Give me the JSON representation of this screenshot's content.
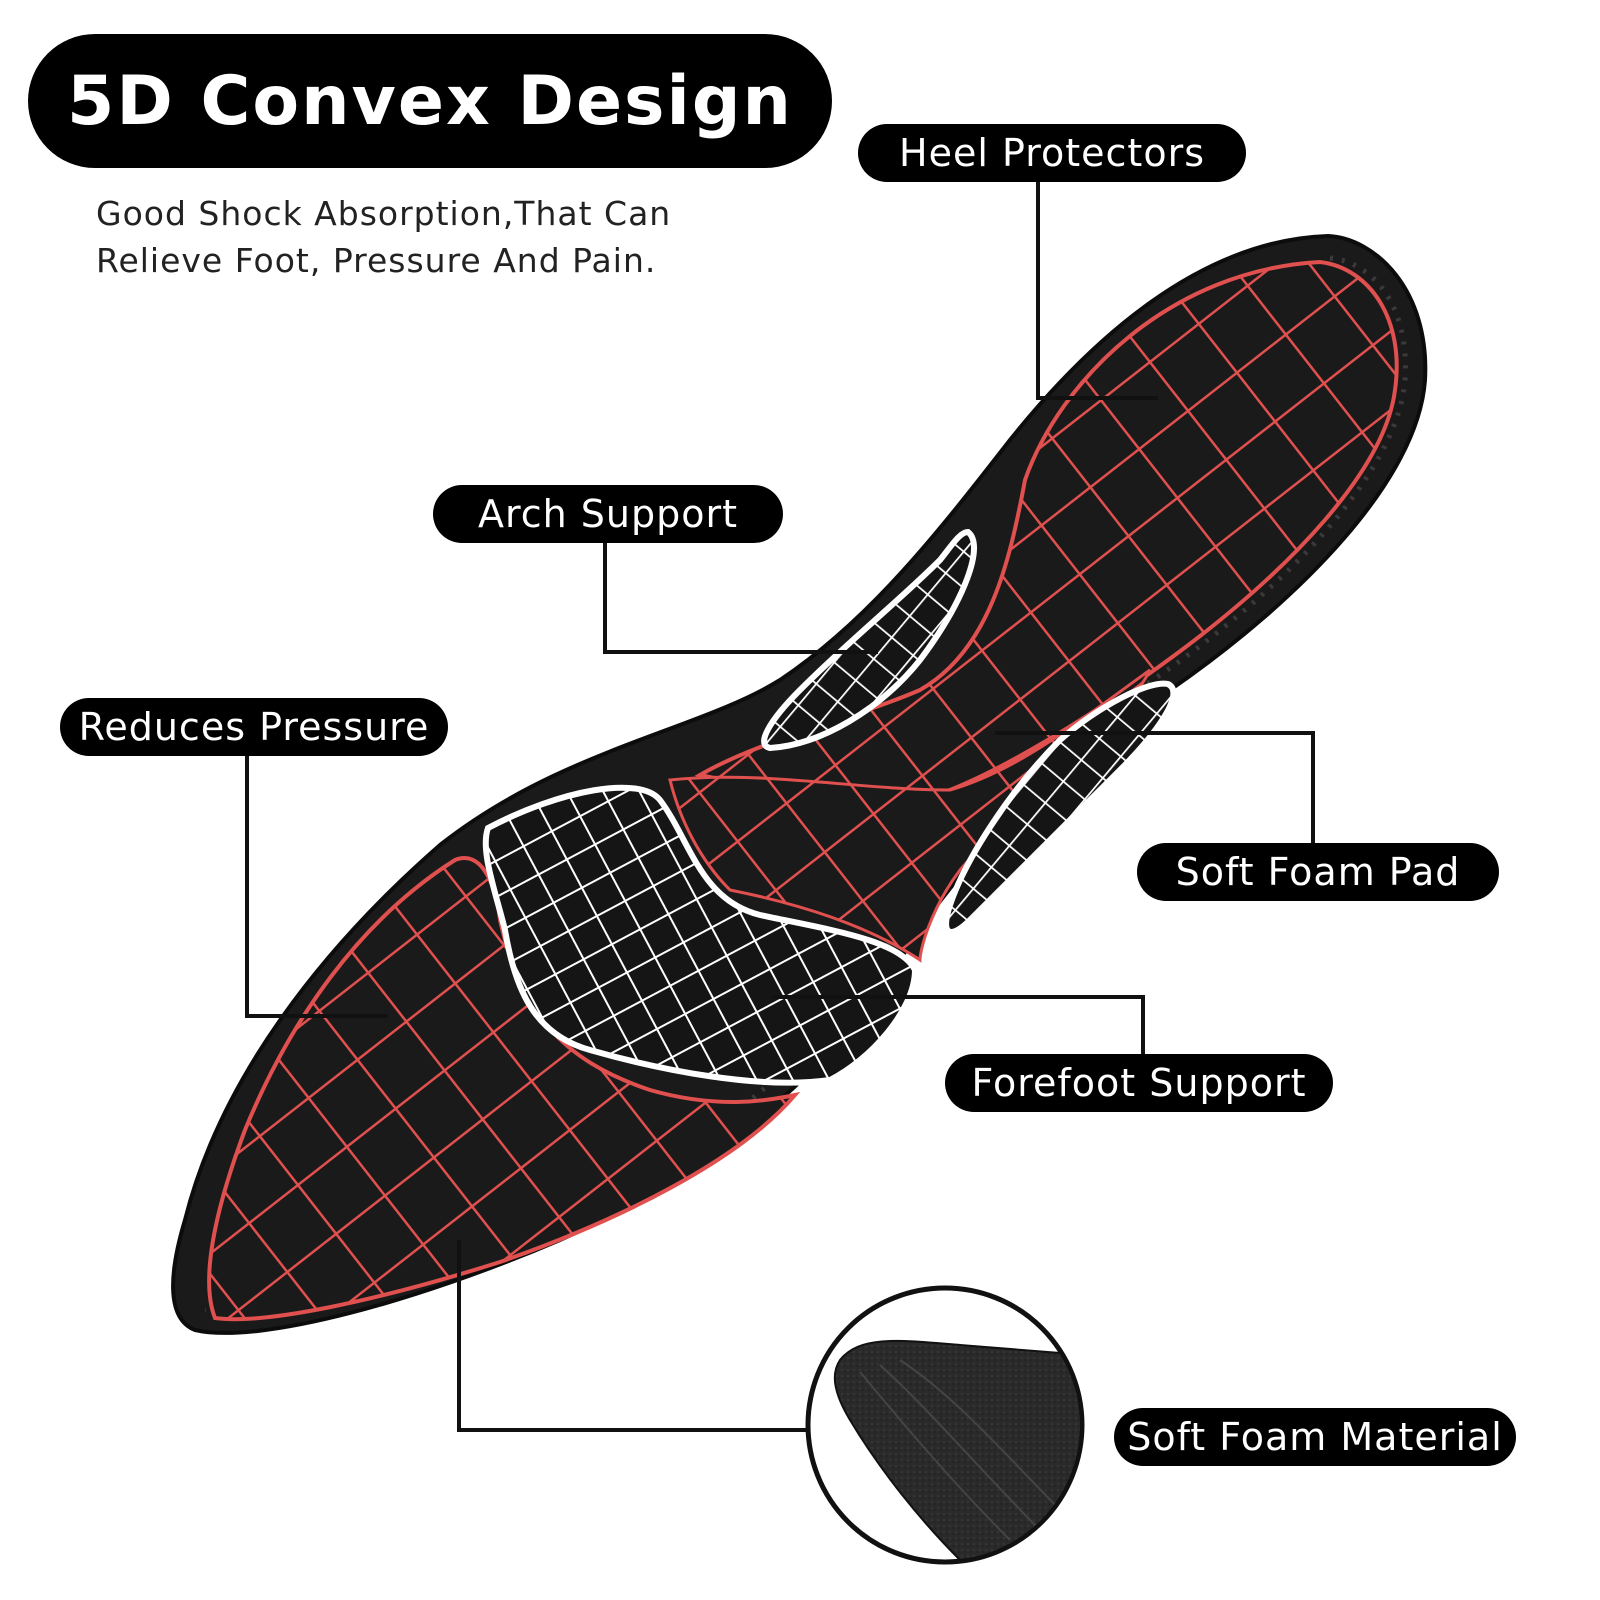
{
  "title": "5D Convex Design",
  "subtitle": {
    "line1": "Good Shock Absorption,That Can",
    "line2": "Relieve Foot, Pressure And Pain."
  },
  "callouts": {
    "heel_protectors": "Heel Protectors",
    "arch_support": "Arch Support",
    "reduces_pressure": "Reduces Pressure",
    "soft_foam_pad": "Soft Foam Pad",
    "forefoot_support": "Forefoot Support",
    "soft_foam_material": "Soft Foam Material"
  },
  "colors": {
    "insole_base": "#1b1a1a",
    "red_grid": "#e0504f",
    "white_pad": "#ffffff",
    "pill_bg": "#000000"
  }
}
